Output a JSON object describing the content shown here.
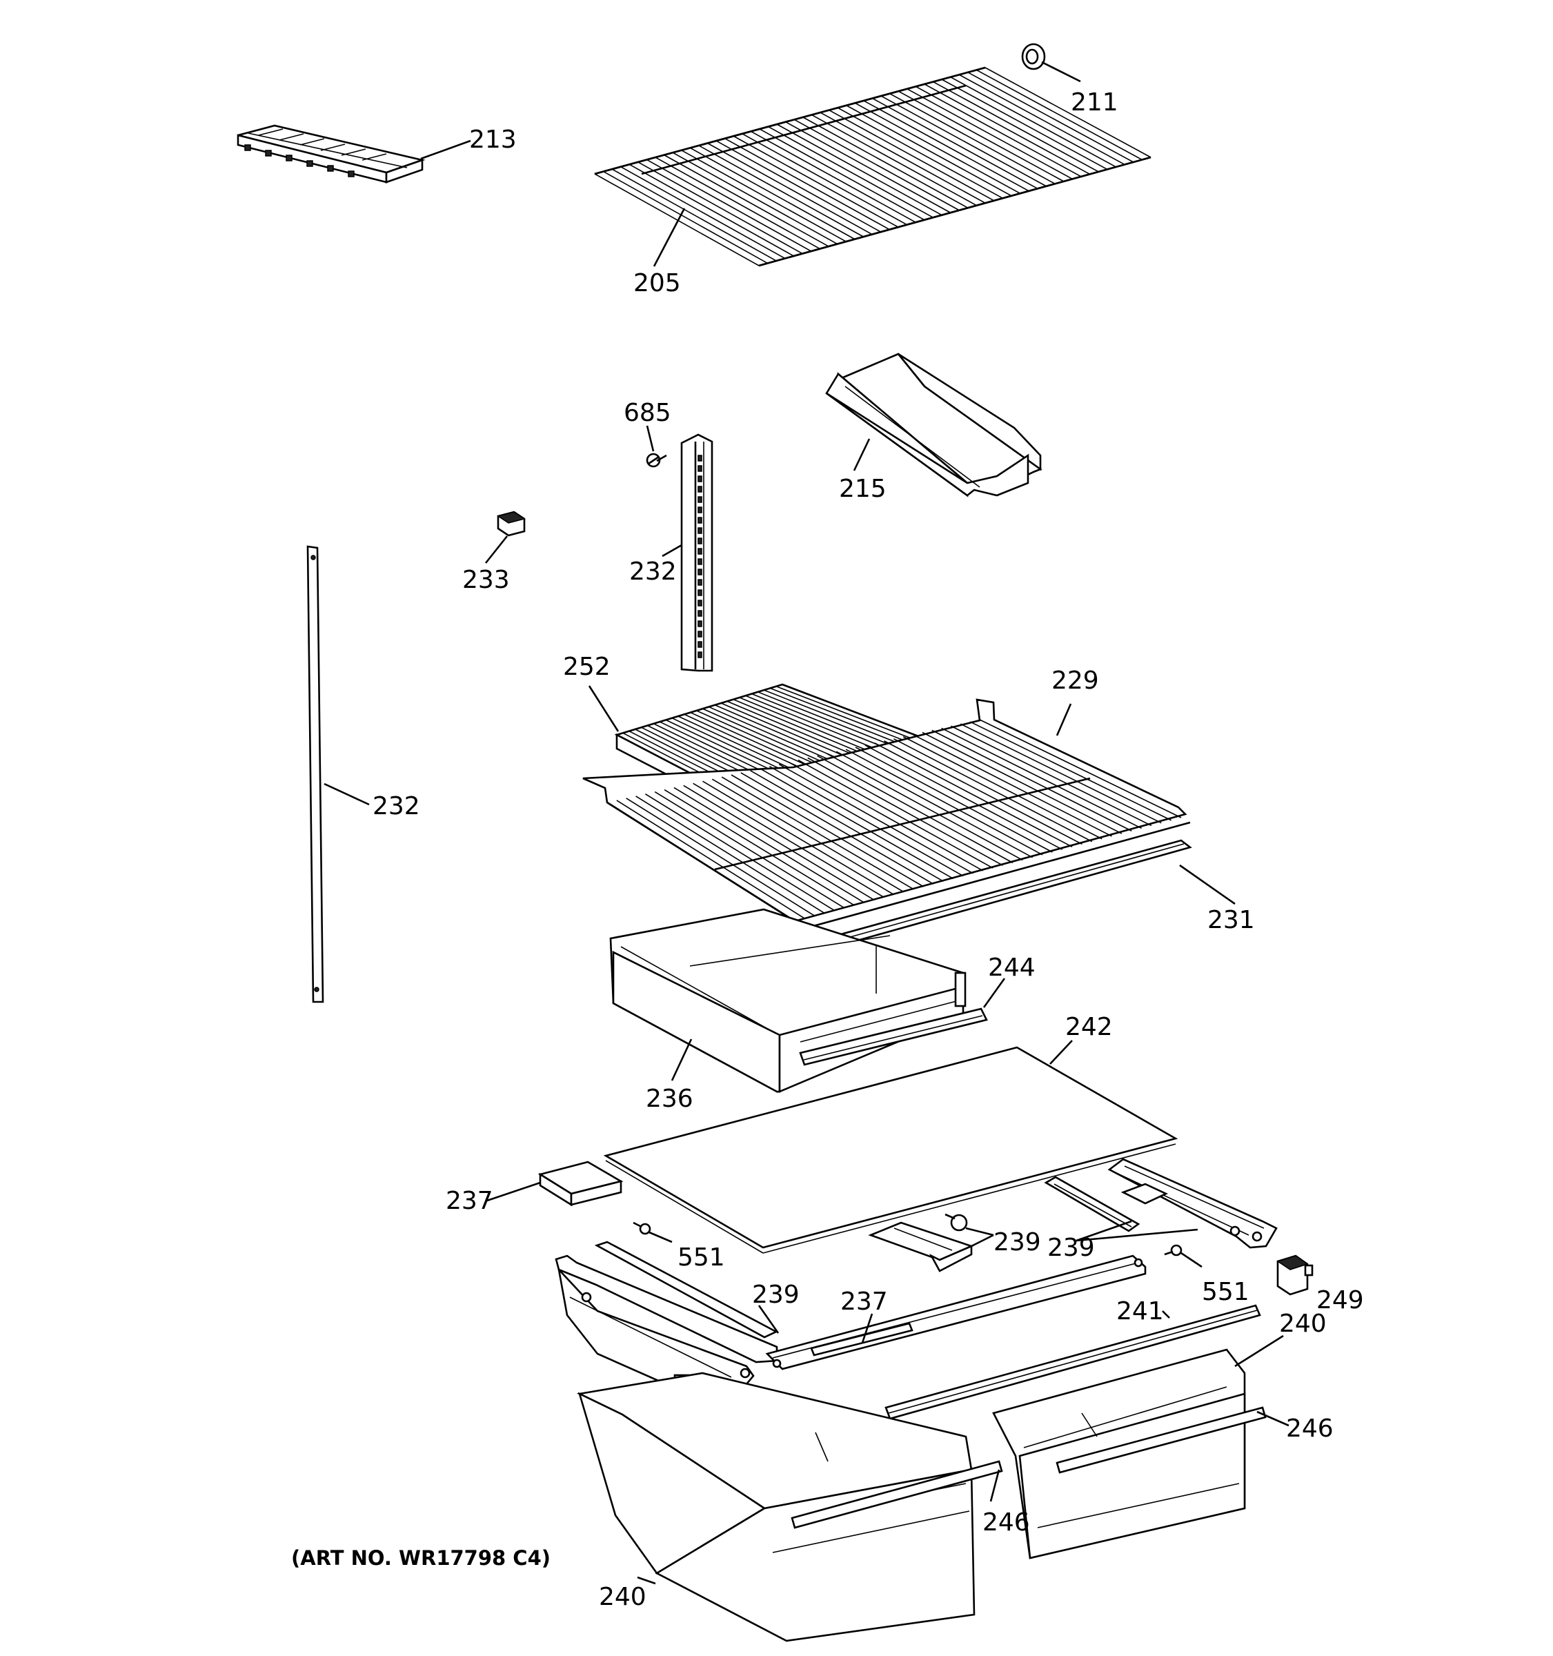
{
  "diagram": {
    "art_number": "(ART NO. WR17798 C4)",
    "callouts": {
      "p211": "211",
      "p213": "213",
      "p205": "205",
      "p685": "685",
      "p215": "215",
      "p233": "233",
      "p232a": "232",
      "p232b": "232",
      "p252": "252",
      "p229": "229",
      "p231": "231",
      "p244": "244",
      "p242": "242",
      "p236": "236",
      "p237a": "237",
      "p551a": "551",
      "p239a": "239",
      "p239b": "239",
      "p239c": "239",
      "p237b": "237",
      "p551b": "551",
      "p249": "249",
      "p241": "241",
      "p240a": "240",
      "p246a": "246",
      "p246b": "246",
      "p240b": "240"
    }
  }
}
